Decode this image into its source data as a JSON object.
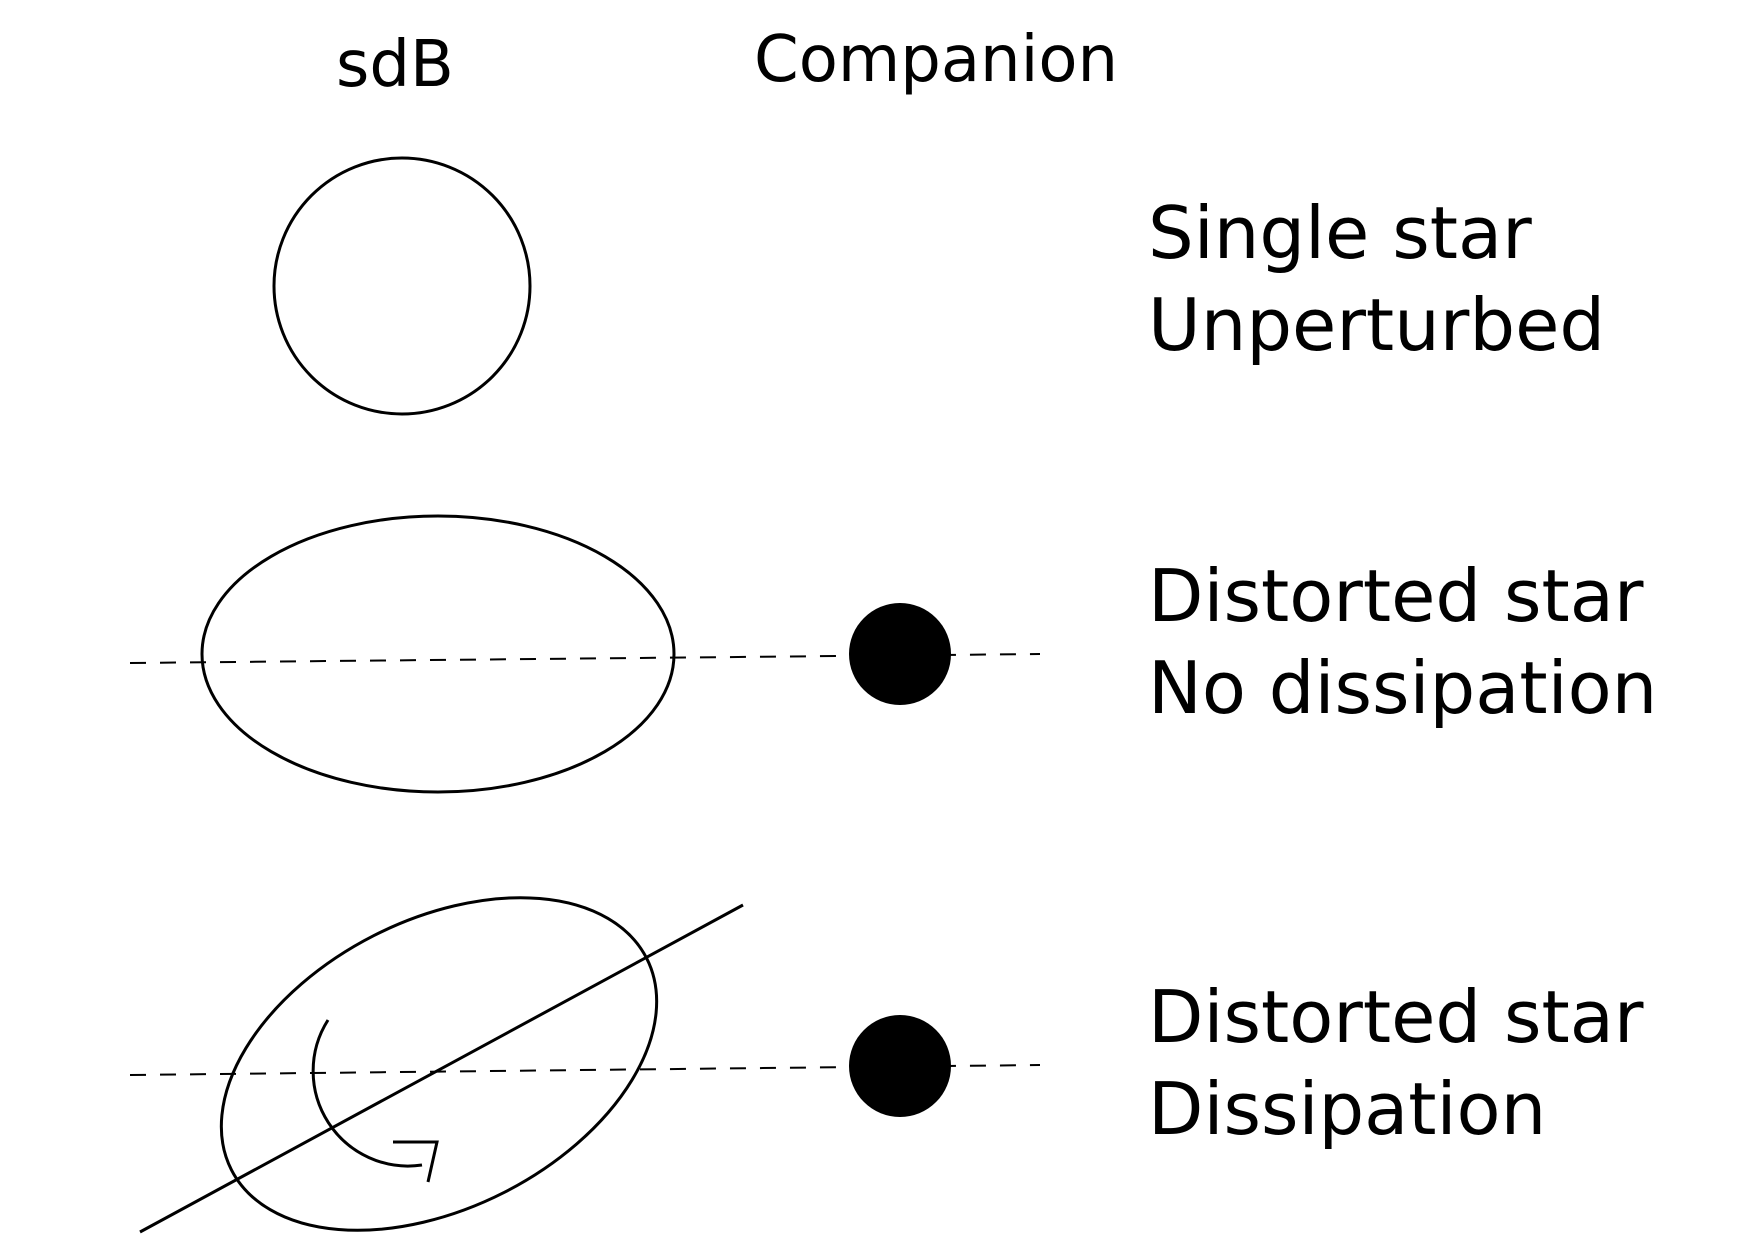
{
  "columns": {
    "sdb": "sdB",
    "companion": "Companion"
  },
  "rows": [
    {
      "line1": "Single star",
      "line2": "Unperturbed"
    },
    {
      "line1": "Distorted star",
      "line2": "No dissipation"
    },
    {
      "line1": "Distorted star",
      "line2": "Dissipation"
    }
  ]
}
